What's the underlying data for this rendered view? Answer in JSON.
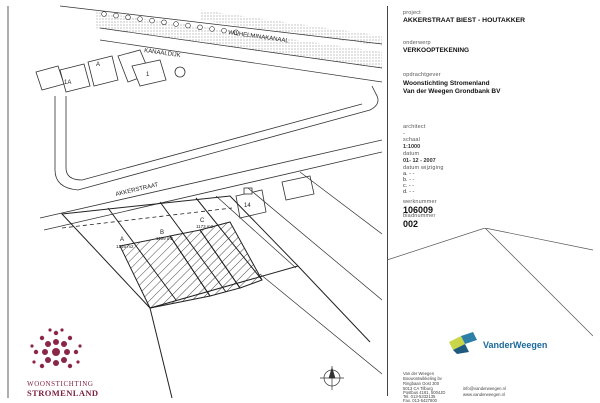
{
  "map": {
    "street_wilhelmina": "WILHELMINAKANAAL",
    "street_kanaaldijk": "KANAALDIJK",
    "street_akkerstraat": "AKKERSTRAAT",
    "building_1a": "1A",
    "building_a": "A",
    "building_1": "1",
    "building_14": "14",
    "lot_a_letter": "A",
    "lot_a_area": "1246 m2",
    "lot_b_letter": "B",
    "lot_b_area": "1199 m2",
    "lot_c_letter": "C",
    "lot_c_area": "1173 m2"
  },
  "titleblock": {
    "project_label": "project",
    "project_value": "AKKERSTRAAT BIEST - HOUTAKKER",
    "subject_label": "onderwerp",
    "subject_value": "VERKOOPTEKENING",
    "client_label": "opdrachtgever",
    "client_line1": "Woonstichting Stromenland",
    "client_line2": "Van der Weegen Grondbank BV",
    "architect_label": "architect",
    "architect_value": "-",
    "scale_label": "schaal",
    "scale_value": "1:1000",
    "date_label": "datum",
    "date_value": "01- 12 - 2007",
    "revision_label": "datum wijziging",
    "revisions": [
      "a.  -  -",
      "b.  -  -",
      "c.  -  -",
      "d.  -  -"
    ],
    "work_number_label": "werknummer",
    "work_number_value": "106009",
    "sheet_number_label": "bladnummer",
    "sheet_number_value": "002"
  },
  "brand": {
    "name": "VanderWeegen",
    "address": [
      "Van der Weegen",
      "Bouwontwikkeling bv",
      "Ringbaan Oost 300",
      "5013 CA Tilburg",
      "Postbus 4181, 5004JD",
      "Tel. 013-5332135",
      "Fax. 013-5427800"
    ],
    "contact": [
      "info@vanderweegen.nl",
      "www.vanderweegen.nl"
    ]
  },
  "logo": {
    "line1": "WOONSTICHTING",
    "line2": "STROMENLAND",
    "color": "#7a1f3d"
  }
}
